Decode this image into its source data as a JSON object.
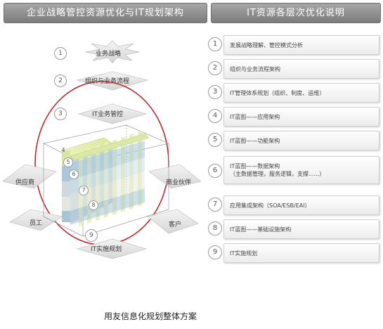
{
  "headers": {
    "left": "企业战略管控资源优化与IT规划架构",
    "right": "IT资源各层次优化说明"
  },
  "left_diagram": {
    "nodes": [
      {
        "num": "1",
        "label": "业务战略"
      },
      {
        "num": "2",
        "label": "组织与业务流程"
      },
      {
        "num": "3",
        "label": "IT业务管控"
      },
      {
        "num": "9",
        "label": "IT实施规划"
      }
    ],
    "side_labels": {
      "supplier": "供应商",
      "partner": "商业伙伴",
      "employee": "员工",
      "customer": "客户"
    },
    "cube_numbers": [
      "4",
      "5",
      "6",
      "7",
      "8"
    ]
  },
  "right_list": [
    {
      "num": "1",
      "lines": [
        "发展战略理解、管控模式分析"
      ]
    },
    {
      "num": "2",
      "lines": [
        "组织与业务流程架构"
      ]
    },
    {
      "num": "3",
      "lines": [
        "IT管理体系规划（组织、制度、运维）"
      ]
    },
    {
      "num": "4",
      "lines": [
        "IT蓝图——应用架构"
      ]
    },
    {
      "num": "5",
      "lines": [
        "IT蓝图——功能架构"
      ]
    },
    {
      "num": "6",
      "lines": [
        "IT蓝图——数据架构",
        "（主数据管理，服务逻辑，支撑......）"
      ]
    },
    {
      "num": "7",
      "lines": [
        "应用集成架构（SOA/ESB/EAI）"
      ]
    },
    {
      "num": "8",
      "lines": [
        "IT蓝图——基础设施架构"
      ]
    },
    {
      "num": "9",
      "lines": [
        "IT实施规划"
      ]
    }
  ],
  "footer": "用友信息化规划整体方案",
  "colors": {
    "ring": "#c0262d",
    "header_bg": "#8c8c8c",
    "layer_top": "#e9f0b4",
    "layer_mid": "#a8c8dc",
    "layer_low": "#c6d6dc"
  }
}
